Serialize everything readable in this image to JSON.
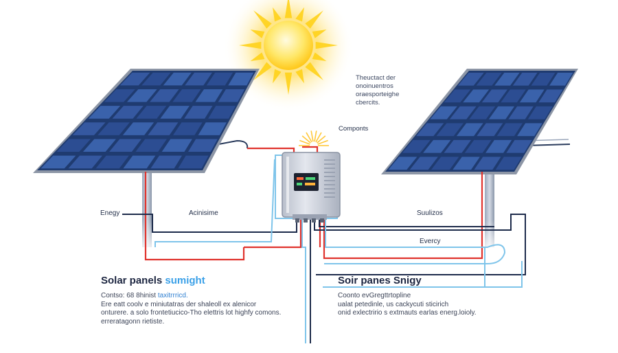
{
  "top_note": {
    "lines": [
      "Theuctact der",
      "onoinuentros",
      "oraesporteighe",
      "cbercits."
    ]
  },
  "labels": {
    "components": "Componts",
    "energy_left": "Enegy",
    "acinisime": "Acinisime",
    "suulizos": "Suulizos",
    "evercy": "Evercy"
  },
  "left_block": {
    "heading_main": "Solar panels ",
    "heading_accent": "sumight",
    "line1_prefix": "Contso: 68 8hinist ",
    "line1_highlight": "taxitrrricd.",
    "lines": [
      "Ere eatt coolv e miniutatras der shaleoll ex alenicor",
      "onturere. a solo frontetiucico-Tho elettris lot highfy comons.",
      "erreratagonn rietiste."
    ]
  },
  "right_block": {
    "heading": "Soir panes Snigy",
    "lines": [
      "Coonto evGregttrtopline",
      "ualat petedinle, us cackycuti sticirich",
      "onid exlectririo s extmauts earlas energ.loioly."
    ]
  },
  "colors": {
    "panel_fill": "#2a4a86",
    "panel_frame": "#8d96a6",
    "wire_red": "#e0322c",
    "wire_navy": "#1c2a4a",
    "wire_blue": "#7ec4ea",
    "sun_core": "#fff3a0",
    "sun_ray": "#ffd21a",
    "inverter_body": "#c7ccd6"
  }
}
